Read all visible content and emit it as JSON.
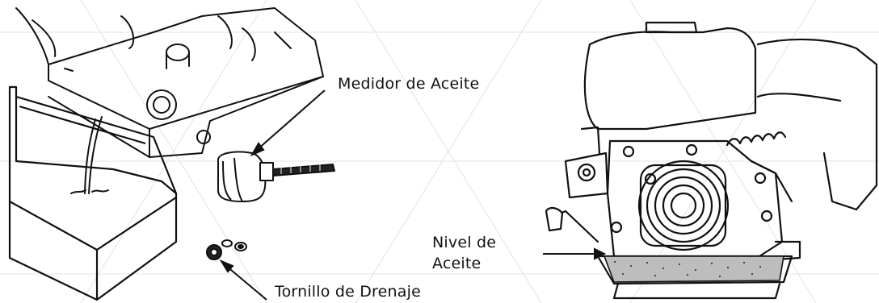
{
  "labels": {
    "dipstick": "Medidor de Aceite",
    "drain_screw": "Tornillo de Drenaje",
    "oil_level_line1": "Nivel de",
    "oil_level_line2": "Aceite"
  },
  "colors": {
    "ink": "#111111",
    "background": "#ffffff",
    "pattern": "#e3e3e3"
  }
}
